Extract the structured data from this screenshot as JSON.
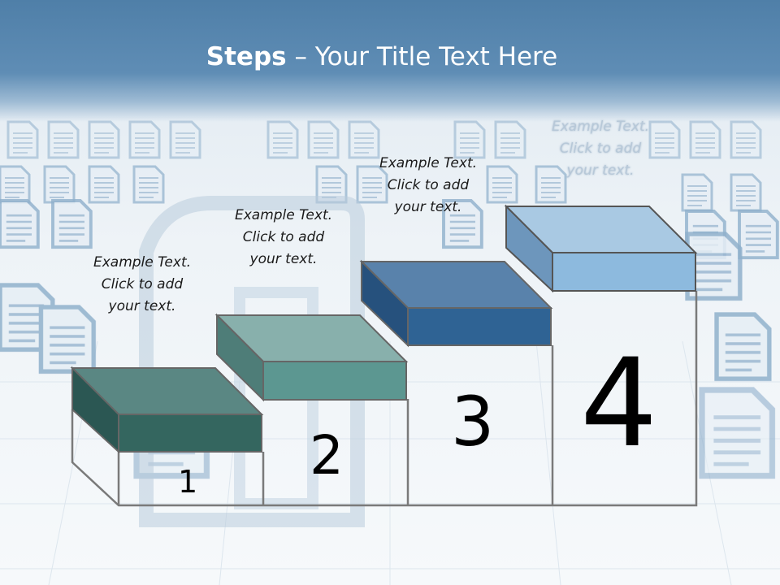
{
  "title": {
    "bold": "Steps",
    "rest": " – Your Title Text Here"
  },
  "steps": [
    {
      "number": "1",
      "text": [
        "Example Text.",
        "Click  to add",
        "your text."
      ]
    },
    {
      "number": "2",
      "text": [
        "Example Text.",
        "Click  to add",
        "your text."
      ]
    },
    {
      "number": "3",
      "text": [
        "Example Text.",
        "Click  to add",
        "your text."
      ]
    },
    {
      "number": "4",
      "text": [
        "Example Text.",
        "Click  to add",
        "your text."
      ]
    }
  ],
  "colors": {
    "header": "#5585b0",
    "step1": "#346964",
    "step2": "#5e9993",
    "step3": "#2f6394",
    "step4": "#8fb9da"
  }
}
